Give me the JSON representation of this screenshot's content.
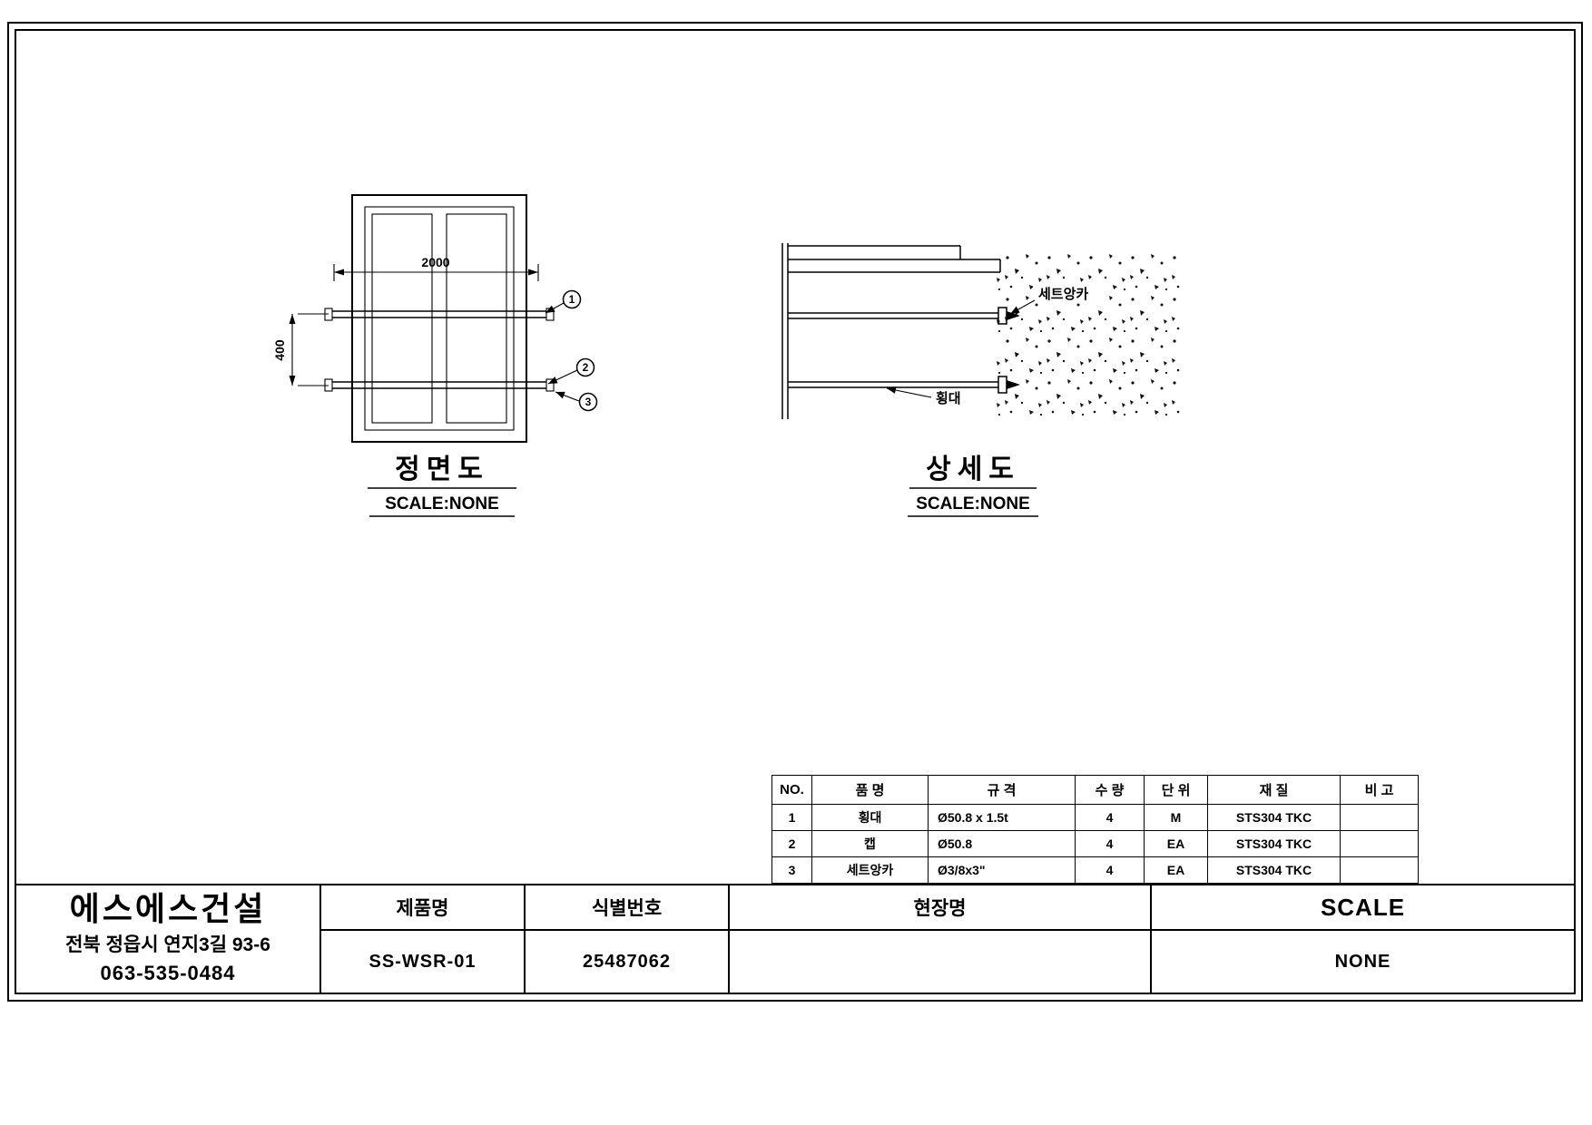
{
  "sheet": {
    "front_view": {
      "title": "정면도",
      "scale": "SCALE:NONE",
      "dim_width": "2000",
      "dim_height": "400",
      "callout_1": "1",
      "callout_2": "2",
      "callout_3": "3"
    },
    "detail_view": {
      "title": "상세도",
      "scale": "SCALE:NONE",
      "anchor_label": "세트앙카",
      "rail_label": "횡대"
    }
  },
  "bom": {
    "headers": [
      "NO.",
      "품 명",
      "규 격",
      "수 량",
      "단 위",
      "재 질",
      "비 고"
    ],
    "rows": [
      {
        "no": "1",
        "name": "횡대",
        "spec": "Ø50.8 x 1.5t",
        "qty": "4",
        "unit": "M",
        "material": "STS304 TKC",
        "remark": ""
      },
      {
        "no": "2",
        "name": "캡",
        "spec": "Ø50.8",
        "qty": "4",
        "unit": "EA",
        "material": "STS304 TKC",
        "remark": ""
      },
      {
        "no": "3",
        "name": "세트앙카",
        "spec": "Ø3/8x3\"",
        "qty": "4",
        "unit": "EA",
        "material": "STS304 TKC",
        "remark": ""
      }
    ]
  },
  "titleblock": {
    "company": "에스에스건설",
    "address": "전북 정읍시 연지3길 93-6",
    "phone": "063-535-0484",
    "product_label": "제품명",
    "product_value": "SS-WSR-01",
    "id_label": "식별번호",
    "id_value": "25487062",
    "site_label": "현장명",
    "site_value": "",
    "scale_label": "SCALE",
    "scale_value": "NONE"
  }
}
